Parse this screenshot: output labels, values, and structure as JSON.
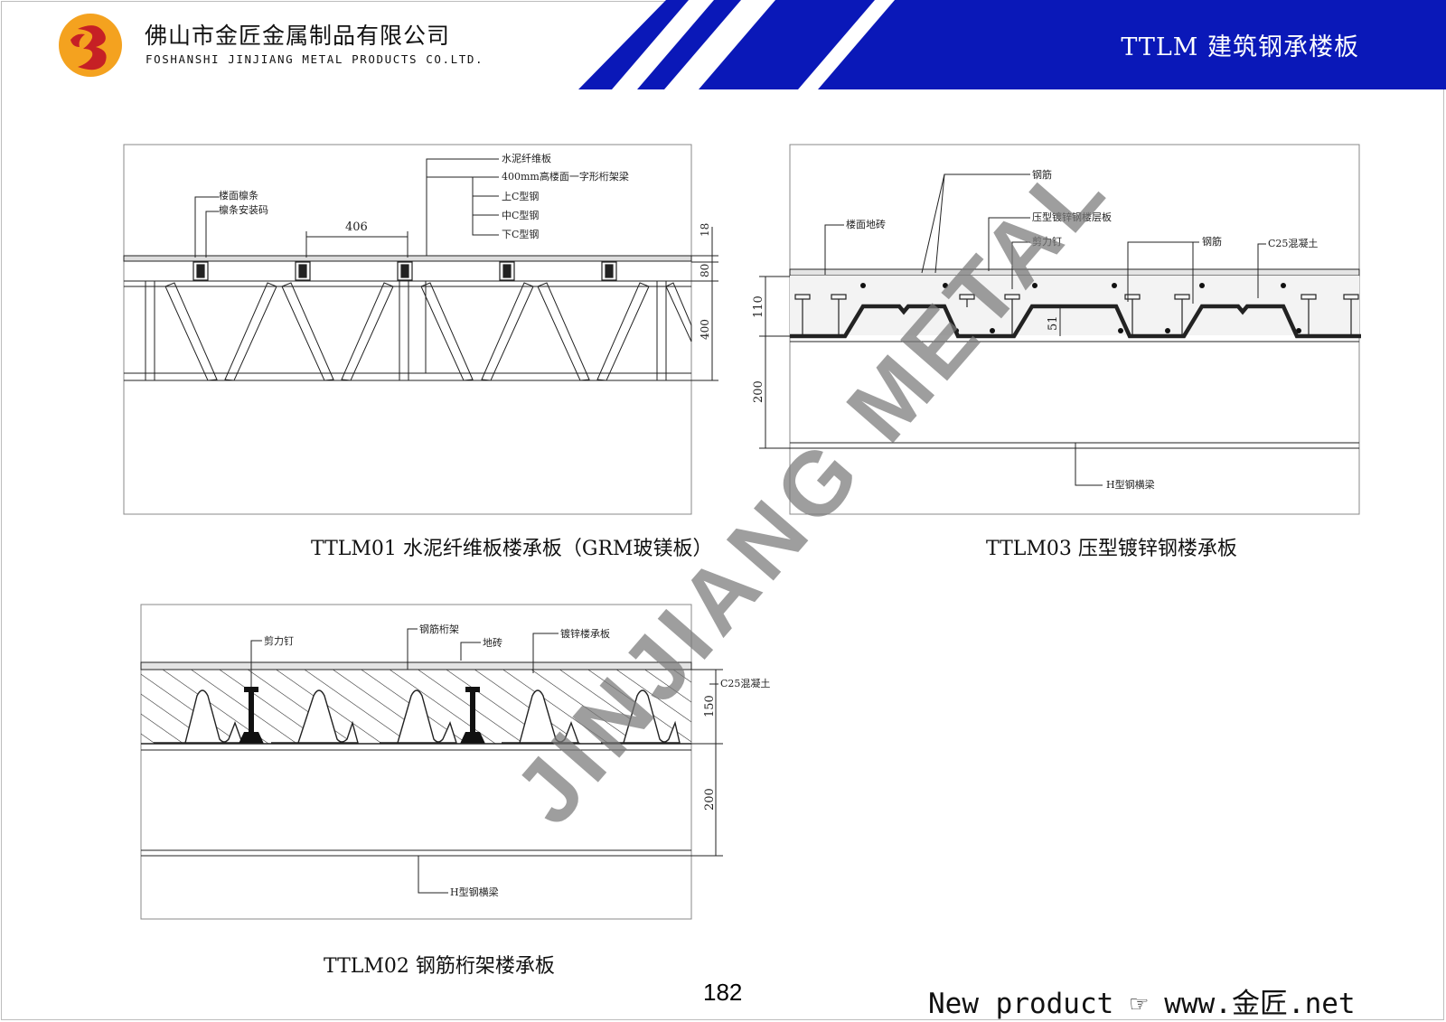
{
  "header": {
    "company_cn": "佛山市金匠金属制品有限公司",
    "company_en": "FOSHANSHI JINJIANG METAL PRODUCTS CO.LTD.",
    "banner_title": "TTLM 建筑钢承楼板",
    "brand_colors": {
      "banner_blue": "#0a18b8",
      "logo_orange": "#f4a21f",
      "logo_red": "#c62025"
    }
  },
  "watermark": "JINJIANG METAL",
  "drawings": {
    "ttlm01": {
      "caption": "TTLM01 水泥纤维板楼承板（GRM玻镁板）",
      "labels": {
        "board": "水泥纤维板",
        "truss": "400mm高楼面一字形桁架梁",
        "top_c": "上C型钢",
        "mid_c": "中C型钢",
        "bottom_c": "下C型钢",
        "purlin": "楼面檩条",
        "purlin_code": "檩条安装码"
      },
      "dims": {
        "span": "406",
        "d18": "18",
        "d80": "80",
        "d400": "400"
      }
    },
    "ttlm03": {
      "caption": "TTLM03 压型镀锌钢楼承板",
      "labels": {
        "rebar_top": "钢筋",
        "tile": "楼面地砖",
        "deck": "压型镀锌钢楼层板",
        "stud": "剪力钉",
        "rebar": "钢筋",
        "concrete": "C25混凝土",
        "beam": "H型钢横梁"
      },
      "dims": {
        "d110": "110",
        "d51": "51",
        "d200": "200"
      }
    },
    "ttlm02": {
      "caption": "TTLM02 钢筋桁架楼承板",
      "labels": {
        "truss": "钢筋桁架",
        "stud": "剪力钉",
        "tile": "地砖",
        "deck": "镀锌楼承板",
        "concrete": "C25混凝土",
        "beam": "H型钢横梁"
      },
      "dims": {
        "d150": "150",
        "d200": "200"
      }
    }
  },
  "footer": {
    "page_number": "182",
    "link": "New product ☞ www.金匠.net"
  }
}
